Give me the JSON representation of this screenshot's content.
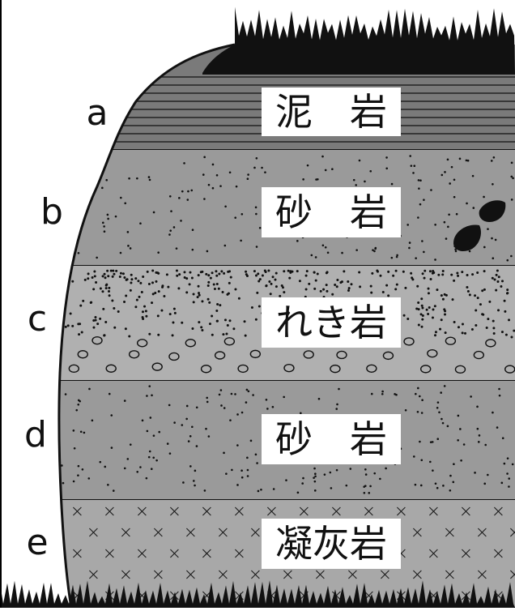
{
  "layers": [
    {
      "id": "a",
      "letter": "a",
      "rock": "泥　岩",
      "pattern": "lines",
      "color": "#7a7a7a"
    },
    {
      "id": "b",
      "letter": "b",
      "rock": "砂　岩",
      "pattern": "dots",
      "color": "#9a9a9a"
    },
    {
      "id": "c",
      "letter": "c",
      "rock": "れき岩",
      "pattern": "dots-circles",
      "color": "#b0b0b0"
    },
    {
      "id": "d",
      "letter": "d",
      "rock": "砂　岩",
      "pattern": "dots",
      "color": "#9a9a9a"
    },
    {
      "id": "e",
      "letter": "e",
      "rock": "凝灰岩",
      "pattern": "crosses",
      "color": "#a8a8a8"
    }
  ],
  "features": {
    "top_vegetation_icon": "grass-icon",
    "ground_vegetation_icon": "grass-icon",
    "fossil_icon": "fossil-pebbles-icon"
  }
}
